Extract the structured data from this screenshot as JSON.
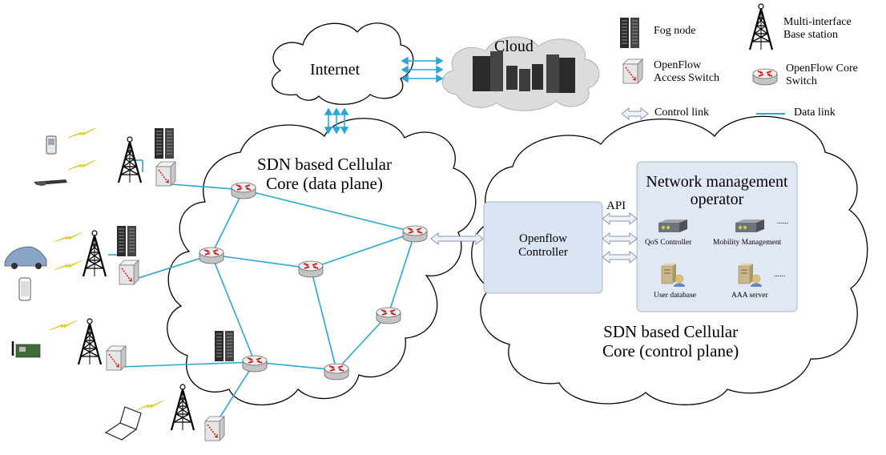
{
  "diagram": {
    "internet_label": "Internet",
    "cloud_label": "Cloud",
    "data_plane_label": [
      "SDN based Cellular",
      "Core (data plane)"
    ],
    "control_plane_label": [
      "SDN based Cellular",
      "Core (control plane)"
    ],
    "controller_label": [
      "Openflow",
      "Controller"
    ],
    "api_label": "API",
    "nmo_title": [
      "Network management",
      "operator"
    ],
    "apps": {
      "qos": "QoS Controller",
      "mobility": "Mobility Management",
      "user_db": "User database",
      "aaa": "AAA server",
      "more1": "......",
      "more2": "......"
    }
  },
  "legend": {
    "fog_node": "Fog node",
    "base_station": [
      "Multi-interface",
      "Base station"
    ],
    "access_switch": [
      "OpenFlow",
      "Access Switch"
    ],
    "core_switch": [
      "OpenFlow Core",
      "Switch"
    ],
    "control_link": "Control link",
    "data_link": "Data link"
  },
  "colors": {
    "data_link": "#29a6d6",
    "control_link_fill": "#eef2fa",
    "control_link_stroke": "#8a95aa",
    "nmo_panel": "#e2e8f3",
    "controller_box": "#dbe4f2",
    "switch_arrow": "#cc2222",
    "lightning": "#e8e020"
  }
}
